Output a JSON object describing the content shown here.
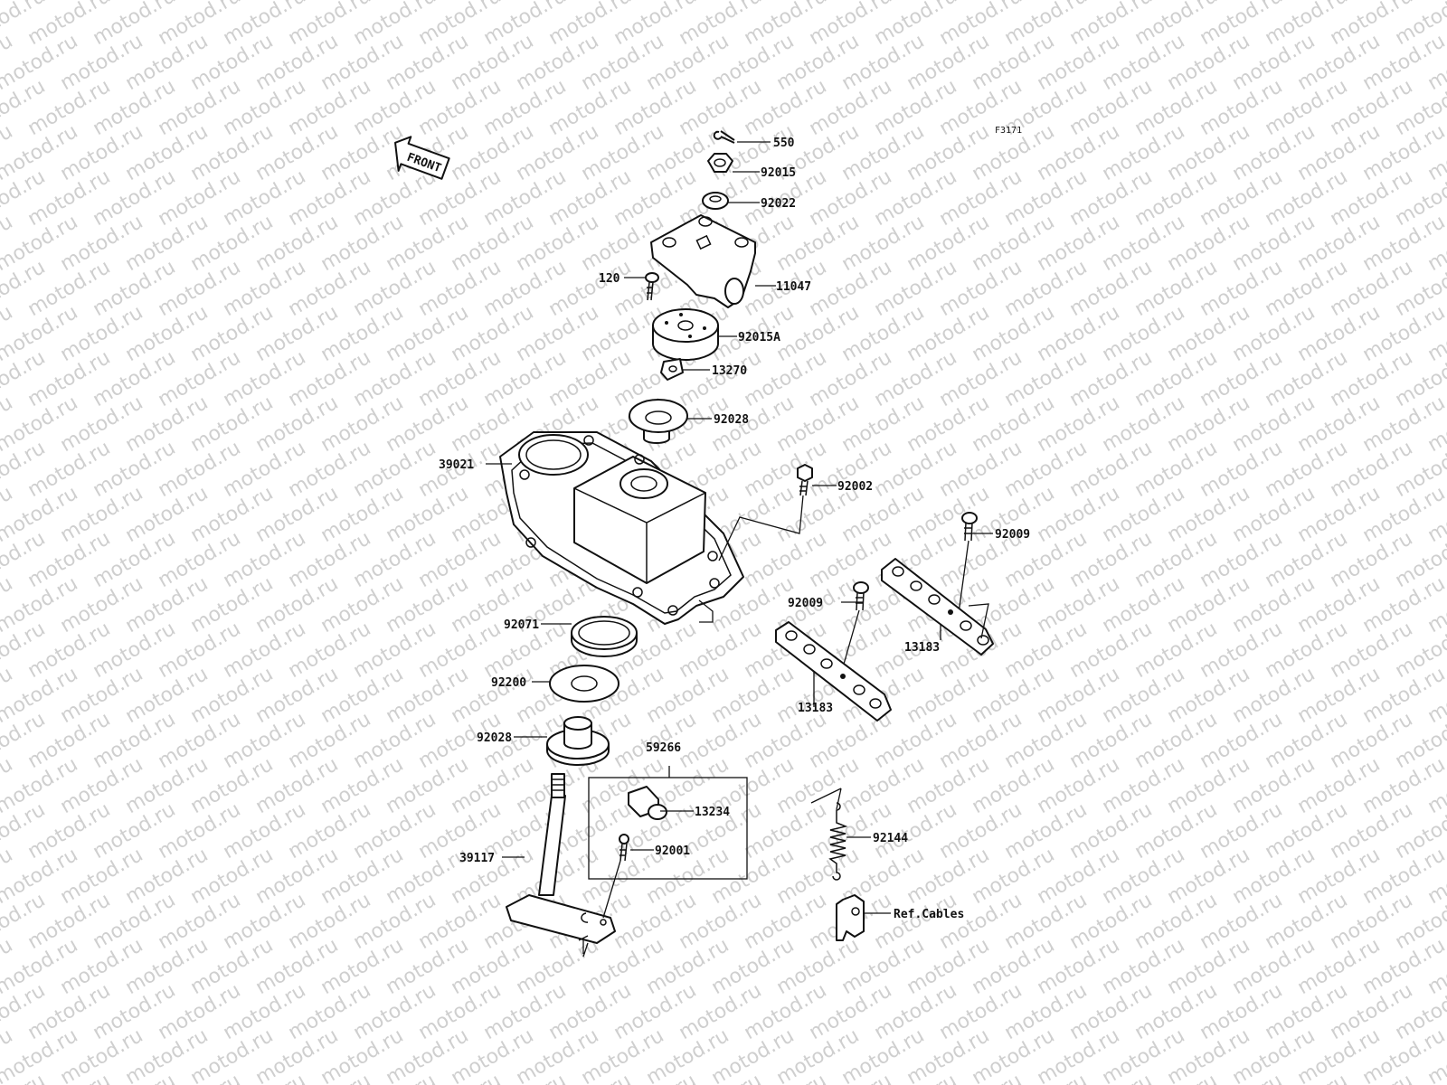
{
  "figure_code": "F3171",
  "front_label": "FRONT",
  "watermark": "motod.ru",
  "callouts": {
    "p550": "550",
    "p92015": "92015",
    "p92022": "92022",
    "p11047": "11047",
    "p120": "120",
    "p92015A": "92015A",
    "p13270": "13270",
    "p92028a": "92028",
    "p39021": "39021",
    "p92002": "92002",
    "p92009a": "92009",
    "p92009b": "92009",
    "p13183a": "13183",
    "p13183b": "13183",
    "p92071": "92071",
    "p92200": "92200",
    "p92028b": "92028",
    "p59266": "59266",
    "p13234": "13234",
    "p92001": "92001",
    "p39117": "39117",
    "p92144": "92144",
    "refCables": "Ref.Cables"
  }
}
